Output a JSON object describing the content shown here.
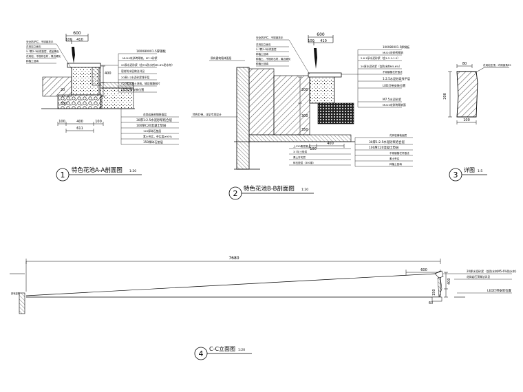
{
  "views": {
    "aa": {
      "number": "1",
      "title": "特色花池A-A剖面图",
      "scale": "1:20",
      "dim_top": "600",
      "dim_top_parts": [
        "100",
        "410"
      ],
      "dim_bottom_row1": [
        "100",
        "400",
        "100"
      ],
      "dim_bottom_total": "611",
      "dim_side_right": [
        "400",
        "330",
        "20"
      ],
      "left_notes": [
        "安全防护栏，不锈钢扶手",
        "花岗岩立面石",
        "5-7颗1:3砂浆垫层，成品黑色",
        "花岗岩，不规则石材，周边硬化",
        "种植土回填"
      ],
      "right_notes": [
        "100X800X1.5厚钢板",
        "MU10灰砂砖砌筑，M7.5砂浆",
        "20厚水泥砂浆（含5%防水剂M5-6%防水剂）",
        "密封防水层做法详见",
        "20厚1:2水泥砂浆找平层",
        "C20素混凝土浇筑，铺设钢筋网片",
        "LED灯带安装位置"
      ],
      "base_notes": [
        "花岗岩板材铺装面层",
        "30厚1:2.5水泥砂浆结合层",
        "100厚C20混凝土垫层",
        "120厚碎石垫层",
        "素土夯实，夯实度≥93%",
        "150厚碎石垫层"
      ]
    },
    "bb": {
      "number": "2",
      "title": "特色花池B-B剖面图",
      "scale": "1:20",
      "dim_top": "600",
      "dim_top_parts": [
        "100",
        "410"
      ],
      "dim_bottom": [
        "100",
        "400"
      ],
      "dim_side": [
        "200",
        "300",
        "350"
      ],
      "left_notes": [
        "原有建筑墙体面层",
        "特色灯带，详见专项设计"
      ],
      "top_notes": [
        "安全防护栏，不锈钢扶手",
        "花岗岩立面石",
        "5-7颗1:3砂浆垫层",
        "种植土回填",
        "种植土，不规则石材，周边硬化",
        "种植土回填"
      ],
      "right_notes": [
        "100X800X1.5厚钢板",
        "MU10灰砂砖砌筑",
        "2.6.1厚水泥砂浆（含1:2.1:1.5）",
        "20厚水泥砂浆（含防水剂M5-6%）",
        "不锈钢管栏杆做法",
        "1:2.5水泥砂浆找平层",
        "LED灯带安装位置",
        "M7.5水泥砂浆",
        "MU10灰砂砖砌筑面"
      ],
      "base_notes": [
        "花岗岩铺装面层",
        "30厚1:2.5水泥砂浆结合层",
        "100厚C20混凝土垫层",
        "不锈钢管栏杆做法",
        "素土夯实",
        "种植土回填"
      ],
      "bottom_left_notes": [
        "上C20素混凝土",
        "3:7灰土垫层",
        "素土夯实层",
        "碎石垫层（300厚）"
      ]
    },
    "detail": {
      "number": "3",
      "title": "详图",
      "scale": "1:5",
      "dim_top": "80",
      "dim_side": "200",
      "dim_bottom": "100",
      "note": "花岗岩压顶，内侧倒角R5"
    },
    "cc": {
      "number": "4",
      "title": "C-C立面图",
      "scale": "1:20",
      "dim_length": "7680",
      "dim_top_right": "600",
      "dim_side": [
        "400",
        "150"
      ],
      "dim_bottom": "60",
      "notes": [
        "20厚水泥砂浆（含防水剂M5-6%防水剂）",
        "花岗岩压顶做法详见",
        "LED灯带安装位置"
      ],
      "left_label": "原有建筑"
    }
  }
}
